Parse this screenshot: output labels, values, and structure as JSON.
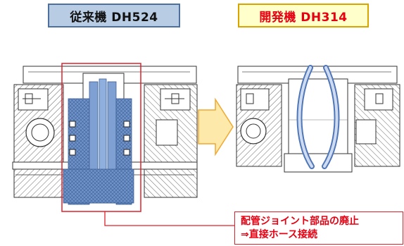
{
  "labels": {
    "old_machine": "従来機 DH524",
    "new_machine": "開発機 DH314"
  },
  "callout": {
    "line1": "配管ジョイント部品の廃止",
    "line2": "⇒直接ホース接続"
  },
  "colors": {
    "old_label_bg": "#b8cce4",
    "new_label_text": "#e60012",
    "highlight_red": "#e0202a",
    "piping_blue": "#6f93c9",
    "arrow_fill": "#fde9a9",
    "arrow_stroke": "#f0a830"
  }
}
